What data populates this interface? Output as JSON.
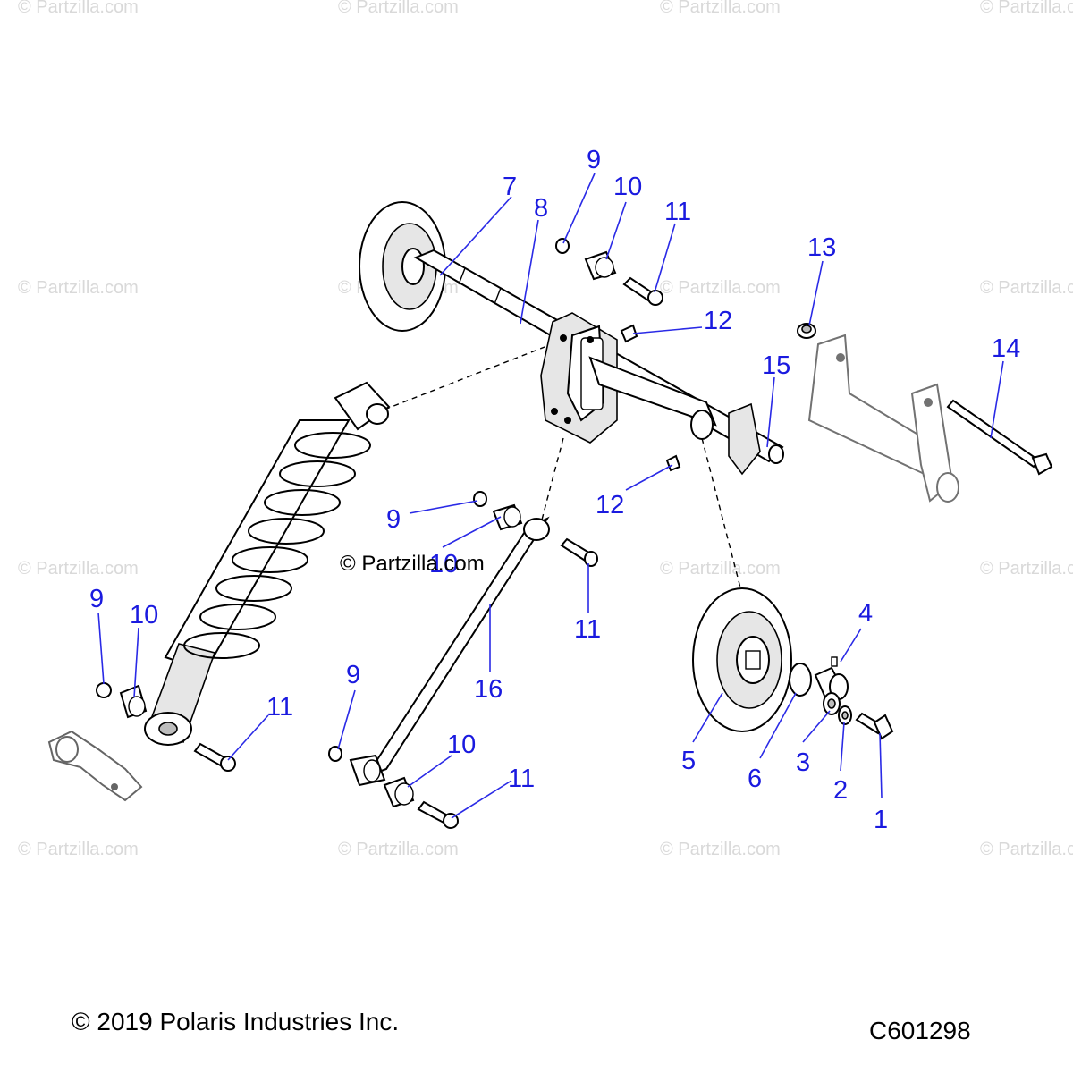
{
  "watermark": "© Partzilla.com",
  "center_watermark": "© Partzilla.com",
  "callouts": {
    "c1": "1",
    "c2": "2",
    "c3": "3",
    "c4": "4",
    "c5": "5",
    "c6": "6",
    "c7": "7",
    "c8": "8",
    "c9a": "9",
    "c9b": "9",
    "c9c": "9",
    "c9d": "9",
    "c10a": "10",
    "c10b": "10",
    "c10c": "10",
    "c10d": "10",
    "c11a": "11",
    "c11b": "11",
    "c11c": "11",
    "c11d": "11",
    "c12a": "12",
    "c12b": "12",
    "c13": "13",
    "c14": "14",
    "c15": "15",
    "c16": "16"
  },
  "footer": {
    "copyright": "© 2019 Polaris Industries Inc.",
    "diagram_id": "C601298"
  }
}
